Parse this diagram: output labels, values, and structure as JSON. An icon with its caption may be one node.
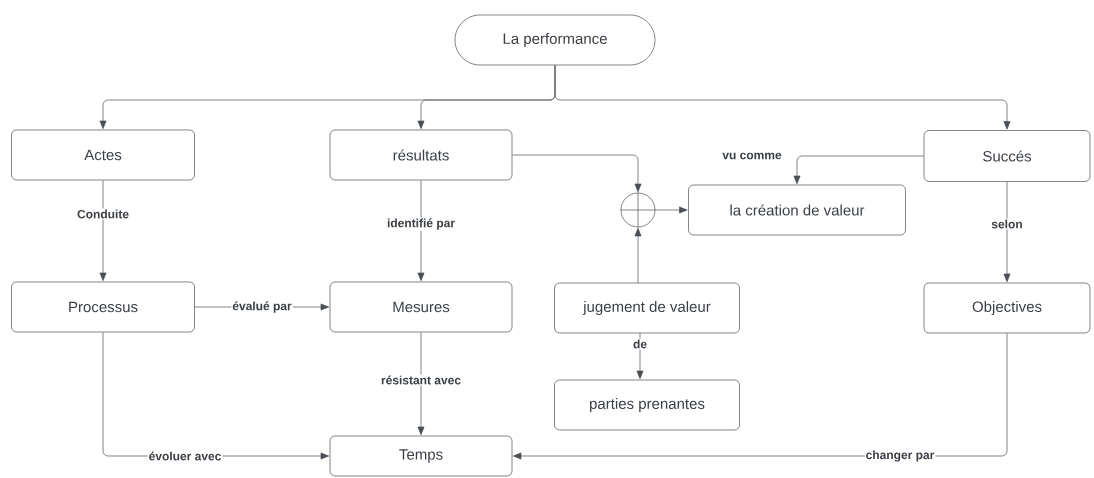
{
  "diagram": {
    "nodes": [
      {
        "text": [
          "La performance"
        ]
      },
      {
        "text": [
          "Actes"
        ]
      },
      {
        "text": [
          "résultats"
        ]
      },
      {
        "text": [
          "Succés"
        ]
      },
      {
        "text": [],
        "shape": "circle"
      },
      {
        "text": [
          "la création de valeur"
        ]
      },
      {
        "text": [
          "Processus"
        ]
      },
      {
        "text": [
          "Mesures"
        ]
      },
      {
        "text": [
          "jugement de valeur"
        ]
      },
      {
        "text": [
          "Objectives"
        ]
      },
      {
        "text": [
          "parties prenantes"
        ]
      },
      {
        "text": [
          "Temps"
        ]
      }
    ],
    "edges": [
      {
        "from": 0,
        "to": 1,
        "arrow": "to"
      },
      {
        "from": 0,
        "to": 2,
        "arrow": "to"
      },
      {
        "from": 0,
        "to": 3,
        "arrow": "to"
      },
      {
        "from": 2,
        "to": 4,
        "arrow": "to"
      },
      {
        "from": 8,
        "to": 4,
        "arrow": "to"
      },
      {
        "from": 4,
        "to": 5,
        "arrow": "to"
      },
      {
        "from": 3,
        "to": 5,
        "arrow": "to",
        "label": "vu comme"
      },
      {
        "from": 1,
        "to": 6,
        "arrow": "to",
        "label": "Conduite"
      },
      {
        "from": 2,
        "to": 7,
        "arrow": "to",
        "label": "identifié par"
      },
      {
        "from": 3,
        "to": 9,
        "arrow": "to",
        "label": "selon"
      },
      {
        "from": 6,
        "to": 7,
        "arrow": "to",
        "label": "évalué par"
      },
      {
        "from": 8,
        "to": 10,
        "arrow": "to",
        "label": "de"
      },
      {
        "from": 7,
        "to": 11,
        "arrow": "to",
        "label": "résistant avec"
      },
      {
        "from": 6,
        "to": 11,
        "arrow": "to",
        "label": "évoluer avec"
      },
      {
        "from": 9,
        "to": 11,
        "arrow": "to",
        "label": "changer par"
      }
    ]
  }
}
